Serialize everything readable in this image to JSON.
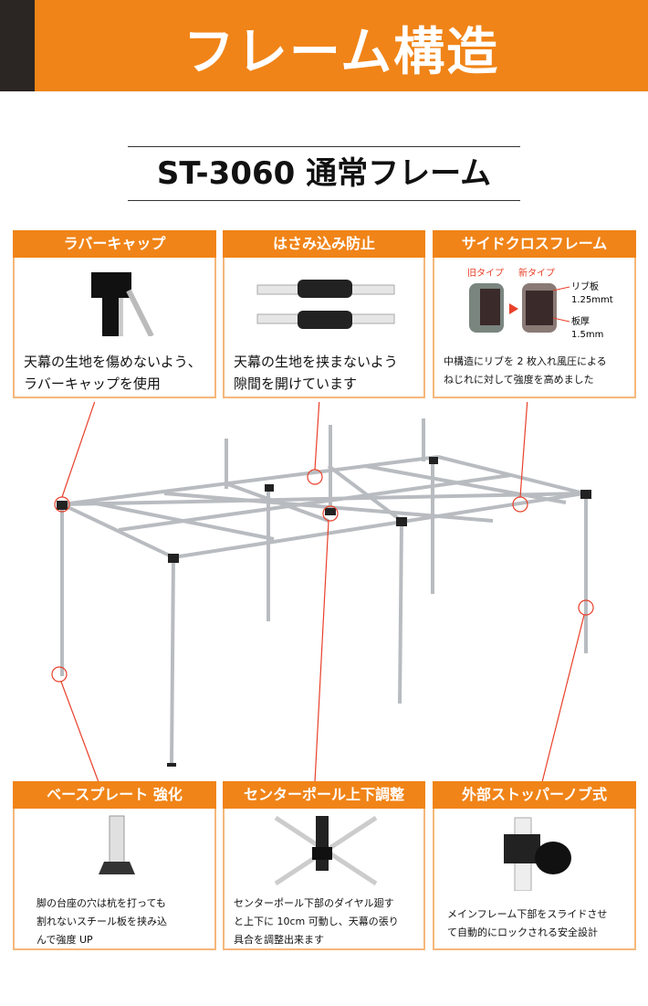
{
  "header": {
    "title": "フレーム構造"
  },
  "subtitle": "ST-3060 通常フレーム",
  "top_cards": [
    {
      "title": "ラバーキャップ",
      "text1": "天幕の生地を傷めないよう、",
      "text2": "ラバーキャップを使用"
    },
    {
      "title": "はさみ込み防止",
      "text1": "天幕の生地を挟まないよう",
      "text2": "隙間を開けています"
    },
    {
      "title": "サイドクロスフレーム",
      "old_label": "旧タイプ",
      "new_label": "新タイプ",
      "rib_label": "リブ板",
      "rib_value": "1.25mmt",
      "plate_label": "板厚",
      "plate_value": "1.5mm",
      "text1": "中構造にリブを 2 枚入れ風圧による",
      "text2": "ねじれに対して強度を高めました"
    }
  ],
  "bottom_cards": [
    {
      "title": "ベースプレート 強化",
      "text1": "脚の台座の穴は杭を打っても",
      "text2": "割れないスチール板を挟み込",
      "text3": "んで強度 UP"
    },
    {
      "title": "センターポール上下調整",
      "text1": "センターポール下部のダイヤル廻す",
      "text2": "と上下に 10cm 可動し、天幕の張り",
      "text3": "具合を調整出来ます"
    },
    {
      "title": "外部ストッパーノブ式",
      "text1": "メインフレーム下部をスライドさせ",
      "text2": "て自動的にロックされる安全設計"
    }
  ],
  "colors": {
    "accent": "#f08418",
    "border": "#f5b77a",
    "callout": "#e8402a"
  }
}
